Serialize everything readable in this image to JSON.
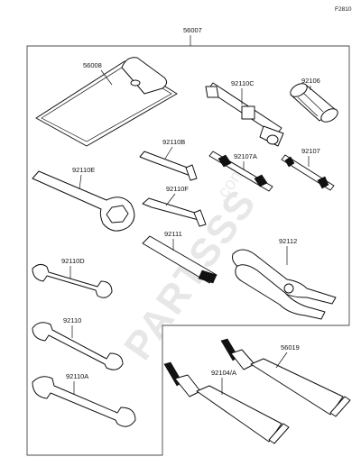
{
  "figure_code": "F2810",
  "watermark": {
    "main": "PARTSSS",
    "suffix": ".com"
  },
  "part_labels": {
    "p56007": "56007",
    "p56008": "56008",
    "p92110C": "92110C",
    "p92106": "92106",
    "p92110B": "92110B",
    "p92107A": "92107A",
    "p92107": "92107",
    "p92110E": "92110E",
    "p92110F": "92110F",
    "p92111": "92111",
    "p92112": "92112",
    "p92110D": "92110D",
    "p92110": "92110",
    "p92110A": "92110A",
    "p56019": "56019",
    "p92104A": "92104/A"
  }
}
